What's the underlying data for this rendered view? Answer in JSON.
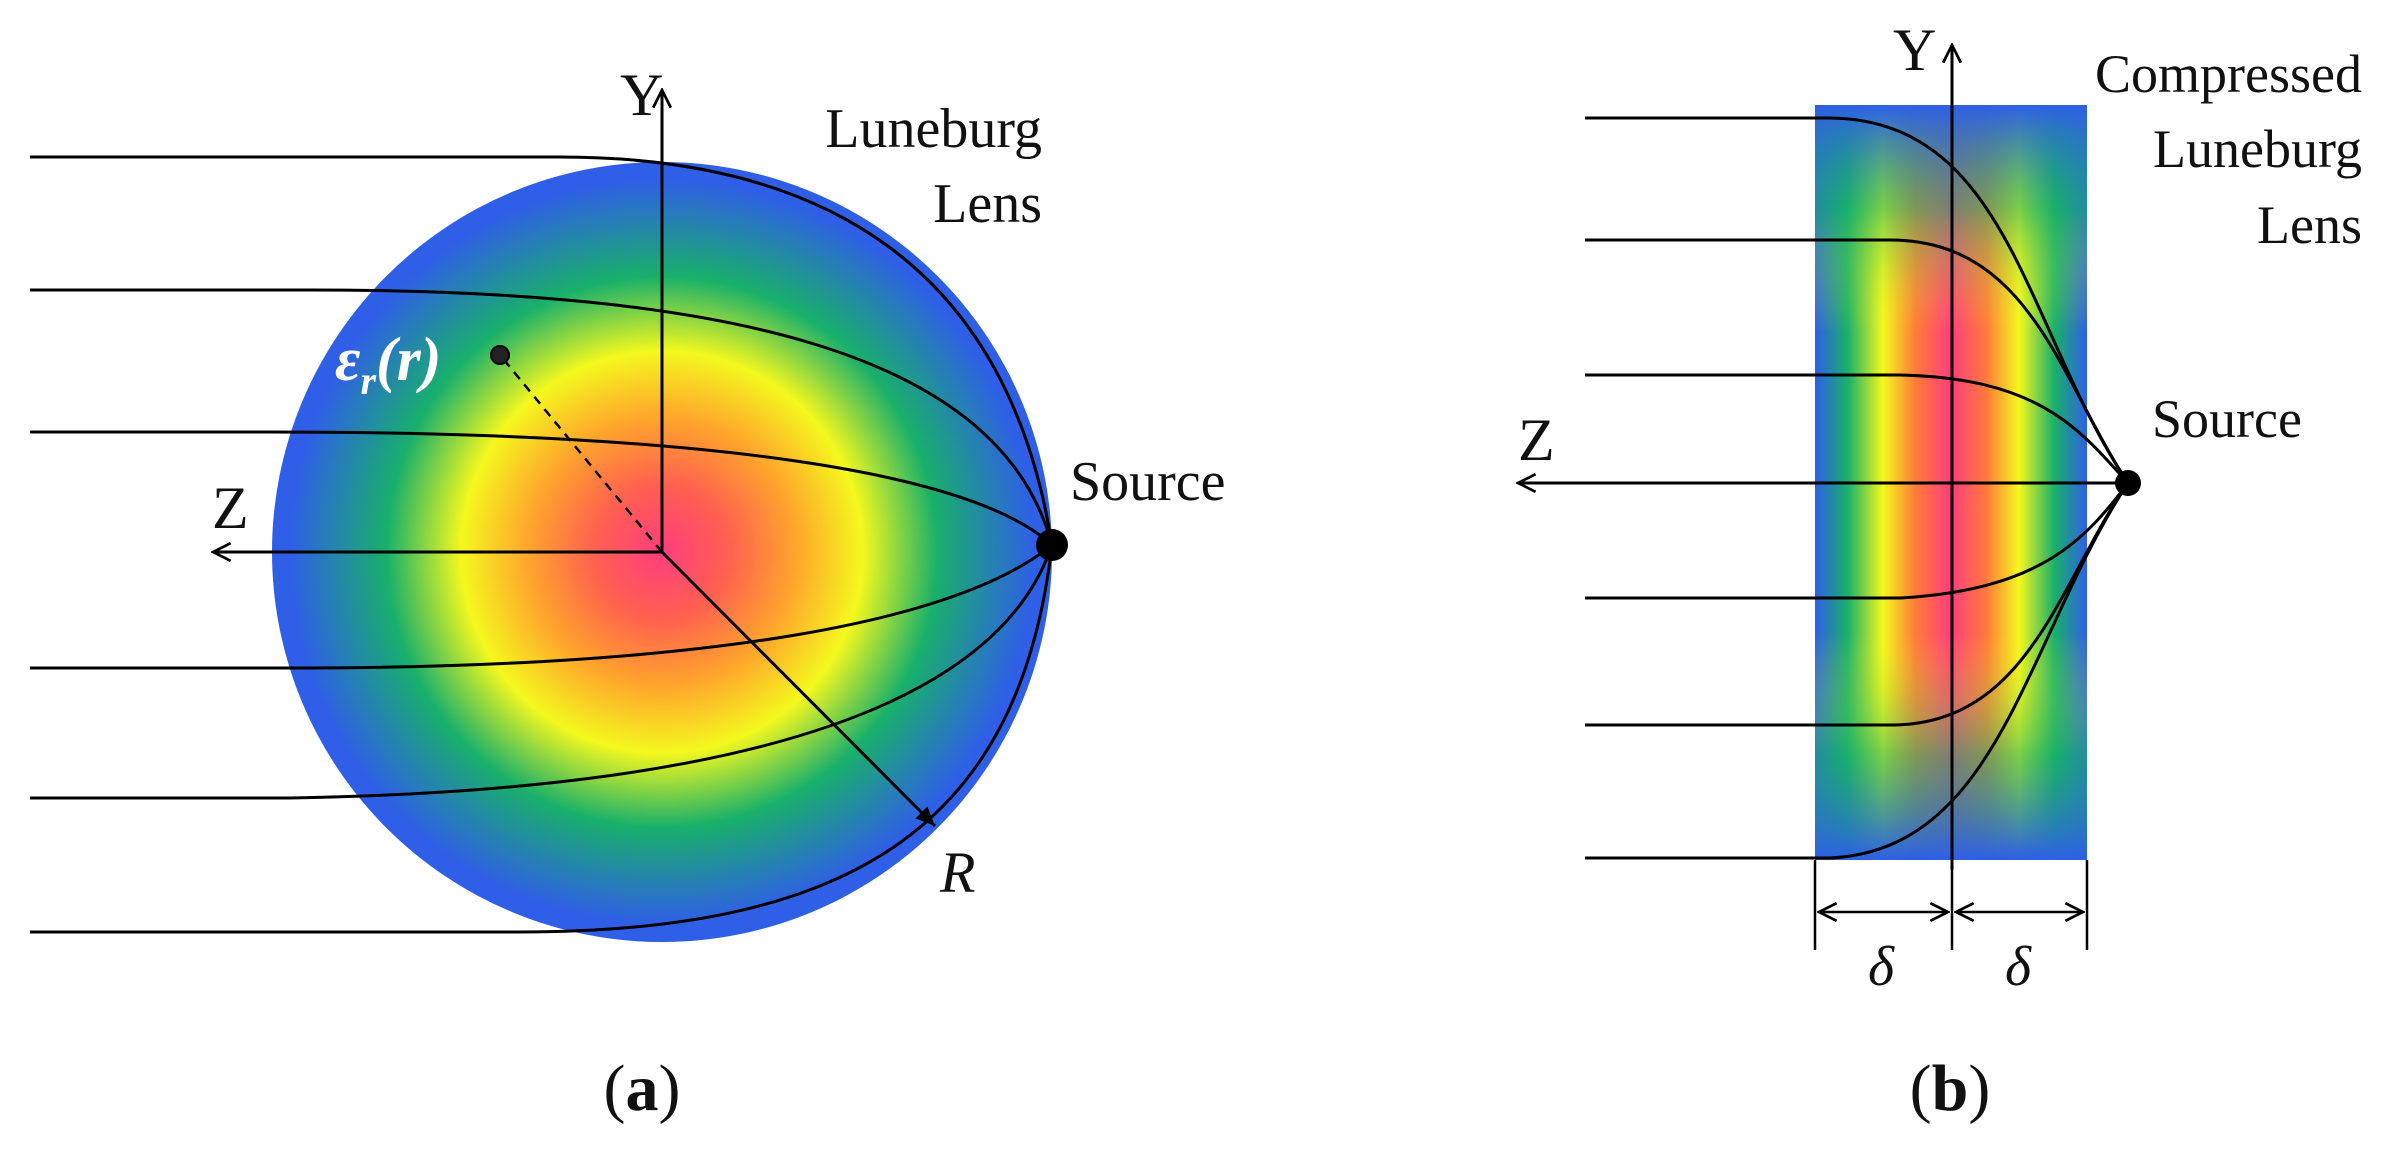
{
  "panel_a": {
    "axis_y": "Y",
    "axis_z": "Z",
    "lens_label_line1": "Luneburg",
    "lens_label_line2": "Lens",
    "source_label": "Source",
    "radius_label": "R",
    "permittivity_symbol": "ε",
    "permittivity_subscript": "r",
    "permittivity_arg": "(r)",
    "caption_open": "(",
    "caption_letter": "a",
    "caption_close": ")"
  },
  "panel_b": {
    "axis_y": "Y",
    "axis_z": "Z",
    "lens_label_line1": "Compressed",
    "lens_label_line2": "Luneburg",
    "lens_label_line3": "Lens",
    "source_label": "Source",
    "delta_left": "δ",
    "delta_right": "δ",
    "caption_open": "(",
    "caption_letter": "b",
    "caption_close": ")"
  },
  "colors": {
    "center": "#ff3d7f",
    "mid_orange": "#ff7a3a",
    "yellow": "#f4f81e",
    "green": "#19b06a",
    "edge_blue": "#2f5fe6",
    "permittivity_label": "#ffffff"
  }
}
